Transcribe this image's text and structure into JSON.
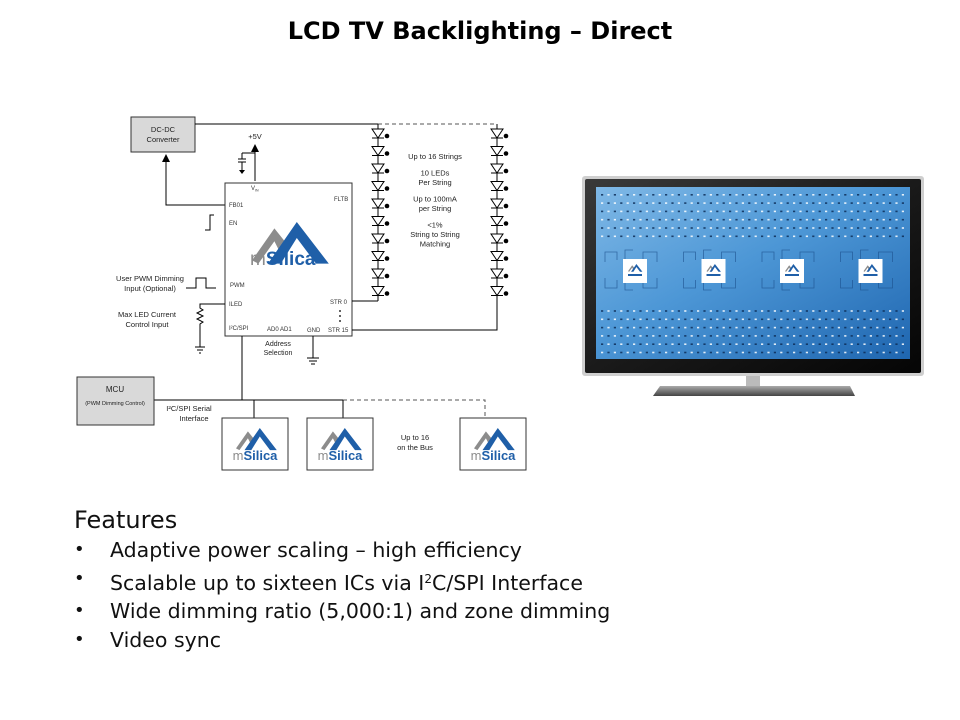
{
  "slide": {
    "title": "LCD TV Backlighting – Direct"
  },
  "diagram": {
    "dcdc": {
      "line1": "DC-DC",
      "line2": "Converter"
    },
    "supply": "+5V",
    "chip": {
      "vin": "V",
      "vin_sub": "IN",
      "pins_left": [
        "FB01",
        "EN",
        "PWM",
        "ILED",
        "I²C/SPI"
      ],
      "pin_fltb": "FLTB",
      "pin_str0": "STR 0",
      "pin_str15": "STR 15",
      "pin_ad": "AD0 AD1",
      "pin_gnd": "GND",
      "logo_m": "m",
      "logo_silica": "Silica"
    },
    "address_selection": {
      "line1": "Address",
      "line2": "Selection"
    },
    "pwm_input": {
      "line1": "User PWM Dimming",
      "line2": "Input (Optional)"
    },
    "max_led": {
      "line1": "Max LED Current",
      "line2": "Control Input"
    },
    "led_specs": [
      [
        "Up to 16 Strings"
      ],
      [
        "10 LEDs",
        "Per String"
      ],
      [
        "Up to 100mA",
        "per String"
      ],
      [
        "<1%",
        "String to String",
        "Matching"
      ]
    ],
    "mcu": {
      "title": "MCU",
      "subtitle": "(PWM Dimming Control)"
    },
    "serial": {
      "line1": "I²C/SPI Serial",
      "line2": "Interface"
    },
    "bus_note": {
      "line1": "Up to 16",
      "line2": "on the Bus"
    },
    "colors": {
      "logo_blue": "#1f5fa8",
      "logo_gray": "#8c8c8c",
      "box_gray": "#d9d9d9"
    }
  },
  "tv": {
    "zones": 4,
    "screen_color": "#3a86c8"
  },
  "features": {
    "heading": "Features",
    "items": [
      {
        "text": "Adaptive power scaling – high efficiency"
      },
      {
        "pre": "Scalable up to sixteen ICs via I",
        "sup": "2",
        "post": "C/SPI Interface"
      },
      {
        "text": "Wide dimming ratio (5,000:1) and zone dimming"
      },
      {
        "text": "Video sync"
      }
    ]
  }
}
